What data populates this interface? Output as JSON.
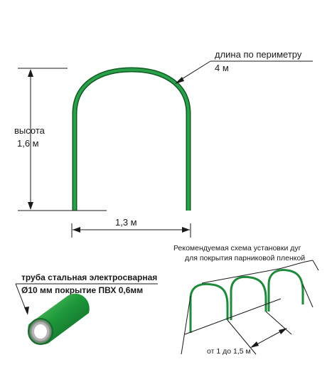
{
  "arch": {
    "perimeter_label": "длина по периметру",
    "perimeter_value": "4 м",
    "height_label": "высота",
    "height_value": "1,6 м",
    "width_value": "1,3 м"
  },
  "pipe": {
    "line1": "труба стальная электросварная",
    "line2": "Ø10 мм покрытие ПВХ 0,6мм"
  },
  "scheme": {
    "title_line1": "Рекомендуемая схема установки дуг",
    "title_line2": "для покрытия парниковой пленкой",
    "spacing": "от 1 до 1,5 м"
  },
  "colors": {
    "arch_green": "#1f8a3c",
    "arch_dark": "#0f5a23",
    "line": "#1a1a1a"
  }
}
